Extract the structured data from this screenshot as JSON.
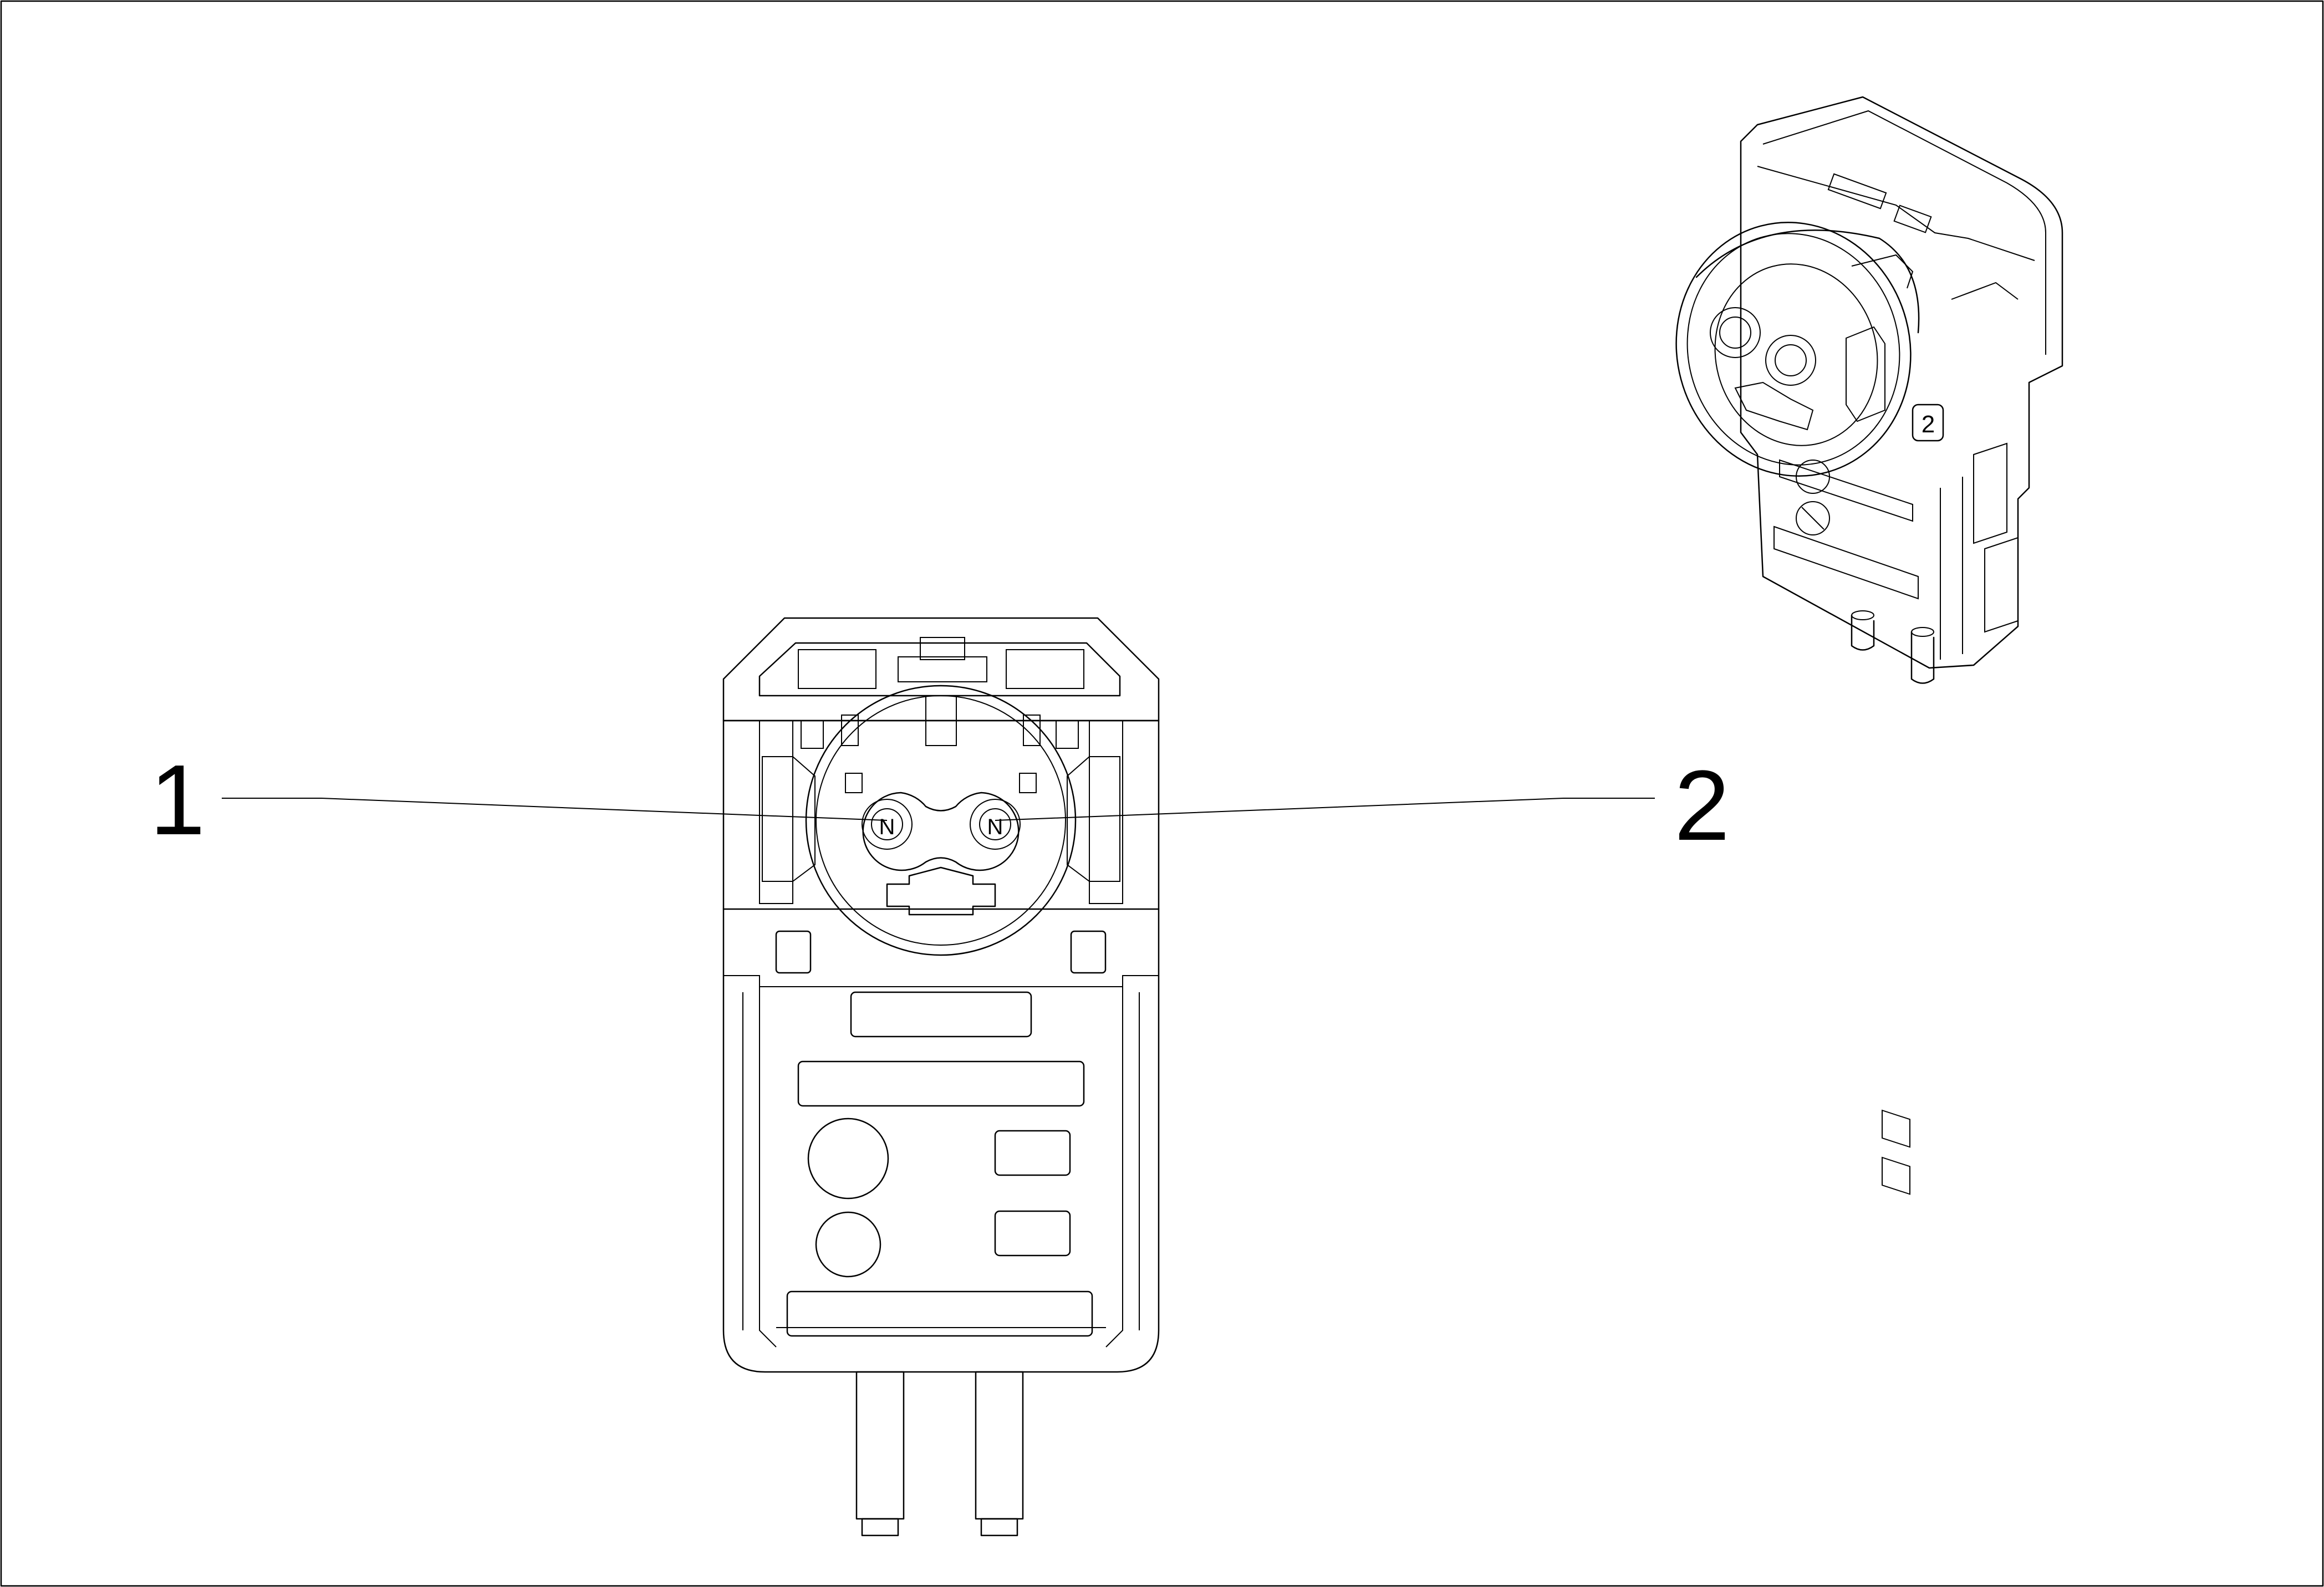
{
  "diagram": {
    "callouts": [
      {
        "id": "callout-1",
        "label": "1"
      },
      {
        "id": "callout-2",
        "label": "2"
      }
    ],
    "pin_marks": [
      "N",
      "N"
    ],
    "iso_pin_badge": "2",
    "colors": {
      "line": "#000000",
      "background": "#ffffff"
    }
  }
}
